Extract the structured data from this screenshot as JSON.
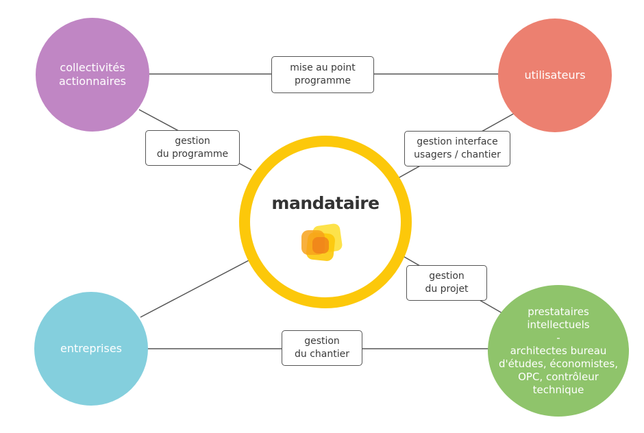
{
  "center": {
    "title": "mandataire",
    "ring_color": "#fcc80a",
    "logo_icon": "overlapping-rounded-squares-logo"
  },
  "nodes": {
    "collectivites": {
      "lines": [
        "collectivités",
        "actionnaires"
      ],
      "color": "#c086c4"
    },
    "utilisateurs": {
      "lines": [
        "utilisateurs"
      ],
      "color": "#ec8070"
    },
    "entreprises": {
      "lines": [
        "entreprises"
      ],
      "color": "#84cfdd"
    },
    "prestataires": {
      "lines": [
        "prestataires",
        "intellectuels",
        "-",
        "architectes bureau",
        "d'études, économistes,",
        "OPC, contrôleur",
        "technique"
      ],
      "color": "#8fc46b"
    }
  },
  "labels": {
    "mise_au_point": [
      "mise au point",
      "programme"
    ],
    "gestion_programme": [
      "gestion",
      "du programme"
    ],
    "gestion_interface": [
      "gestion interface",
      "usagers / chantier"
    ],
    "gestion_projet": [
      "gestion",
      "du projet"
    ],
    "gestion_chantier": [
      "gestion",
      "du chantier"
    ]
  },
  "colors": {
    "connector": "#555555",
    "label_border": "#555555",
    "label_text": "#3a3a3a"
  }
}
